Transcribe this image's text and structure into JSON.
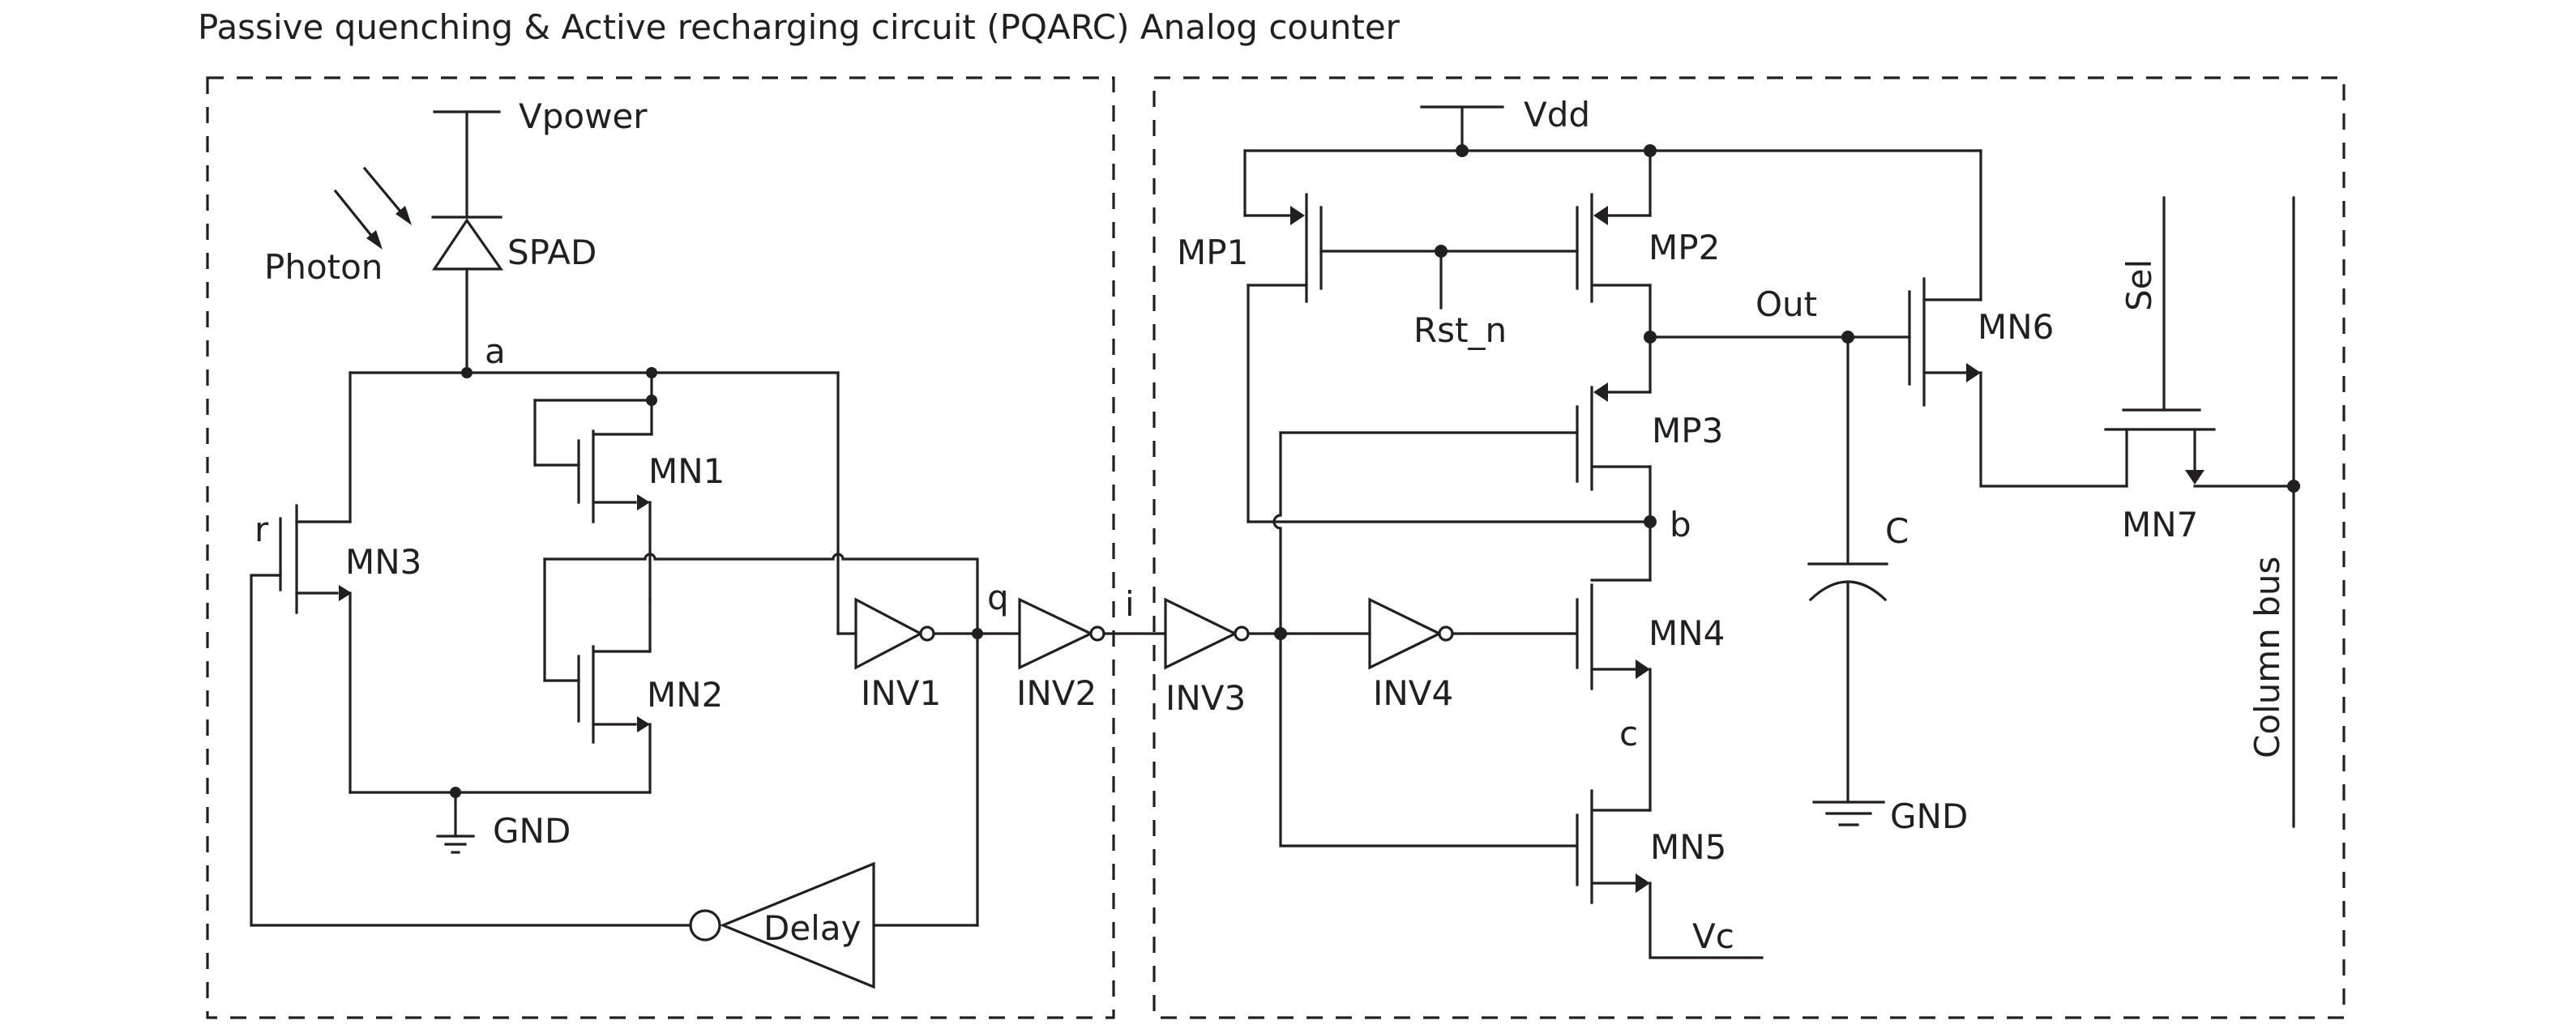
{
  "title": "Passive quenching & Active recharging circuit (PQARC) Analog counter",
  "sections": {
    "pqarc": "Passive quenching & Active recharging circuit (PQARC)",
    "counter": "Analog counter"
  },
  "labels": {
    "vpower": "Vpower",
    "photon": "Photon",
    "spad": "SPAD",
    "node_a": "a",
    "node_r": "r",
    "node_q": "q",
    "node_i": "i",
    "node_b": "b",
    "node_c": "c",
    "mn1": "MN1",
    "mn2": "MN2",
    "mn3": "MN3",
    "gnd_left": "GND",
    "inv1": "INV1",
    "inv2": "INV2",
    "inv3": "INV3",
    "inv4": "INV4",
    "delay": "Delay",
    "vdd": "Vdd",
    "mp1": "MP1",
    "mp2": "MP2",
    "mp3": "MP3",
    "rst_n": "Rst_n",
    "out": "Out",
    "mn4": "MN4",
    "mn5": "MN5",
    "mn6": "MN6",
    "mn7": "MN7",
    "cap": "C",
    "gnd_right": "GND",
    "vc": "Vc",
    "sel": "Sel",
    "column_bus": "Column bus"
  },
  "colors": {
    "ink": "#231f20",
    "background": "#ffffff"
  }
}
